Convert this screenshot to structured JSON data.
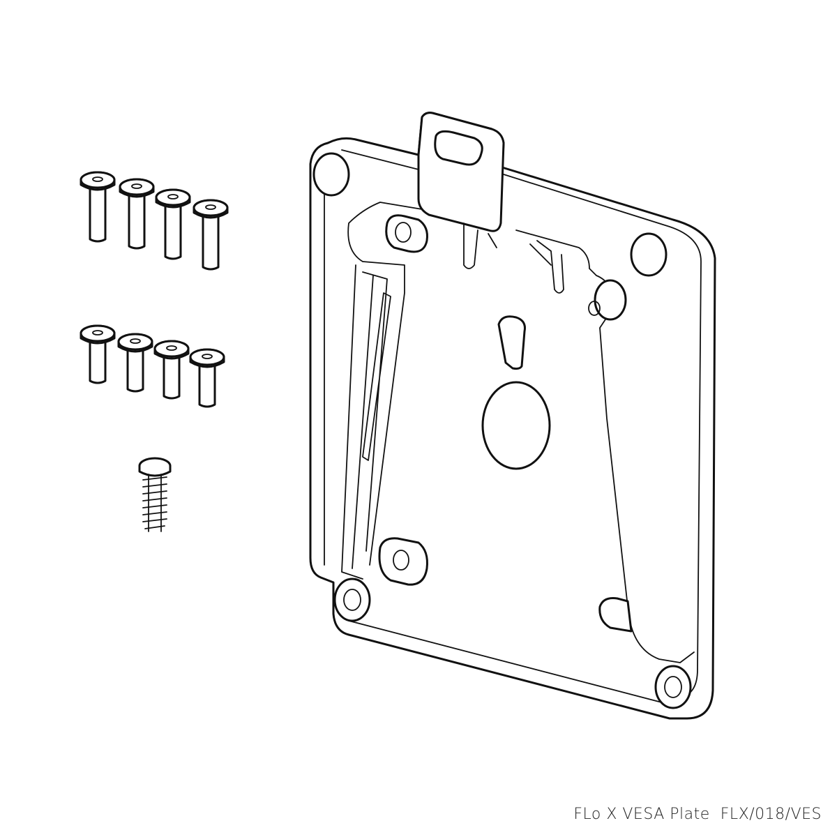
{
  "caption": {
    "product_name": "FLo X VESA Plate",
    "product_code": "FLX/018/VES"
  },
  "drawing": {
    "parts": [
      "vesa-plate",
      "machine-screws-long",
      "machine-screws-short",
      "self-tapping-screw"
    ],
    "screw_counts": {
      "long": 4,
      "short": 4,
      "self_tapping": 1
    },
    "line_color": "#111111",
    "background": "#ffffff"
  }
}
